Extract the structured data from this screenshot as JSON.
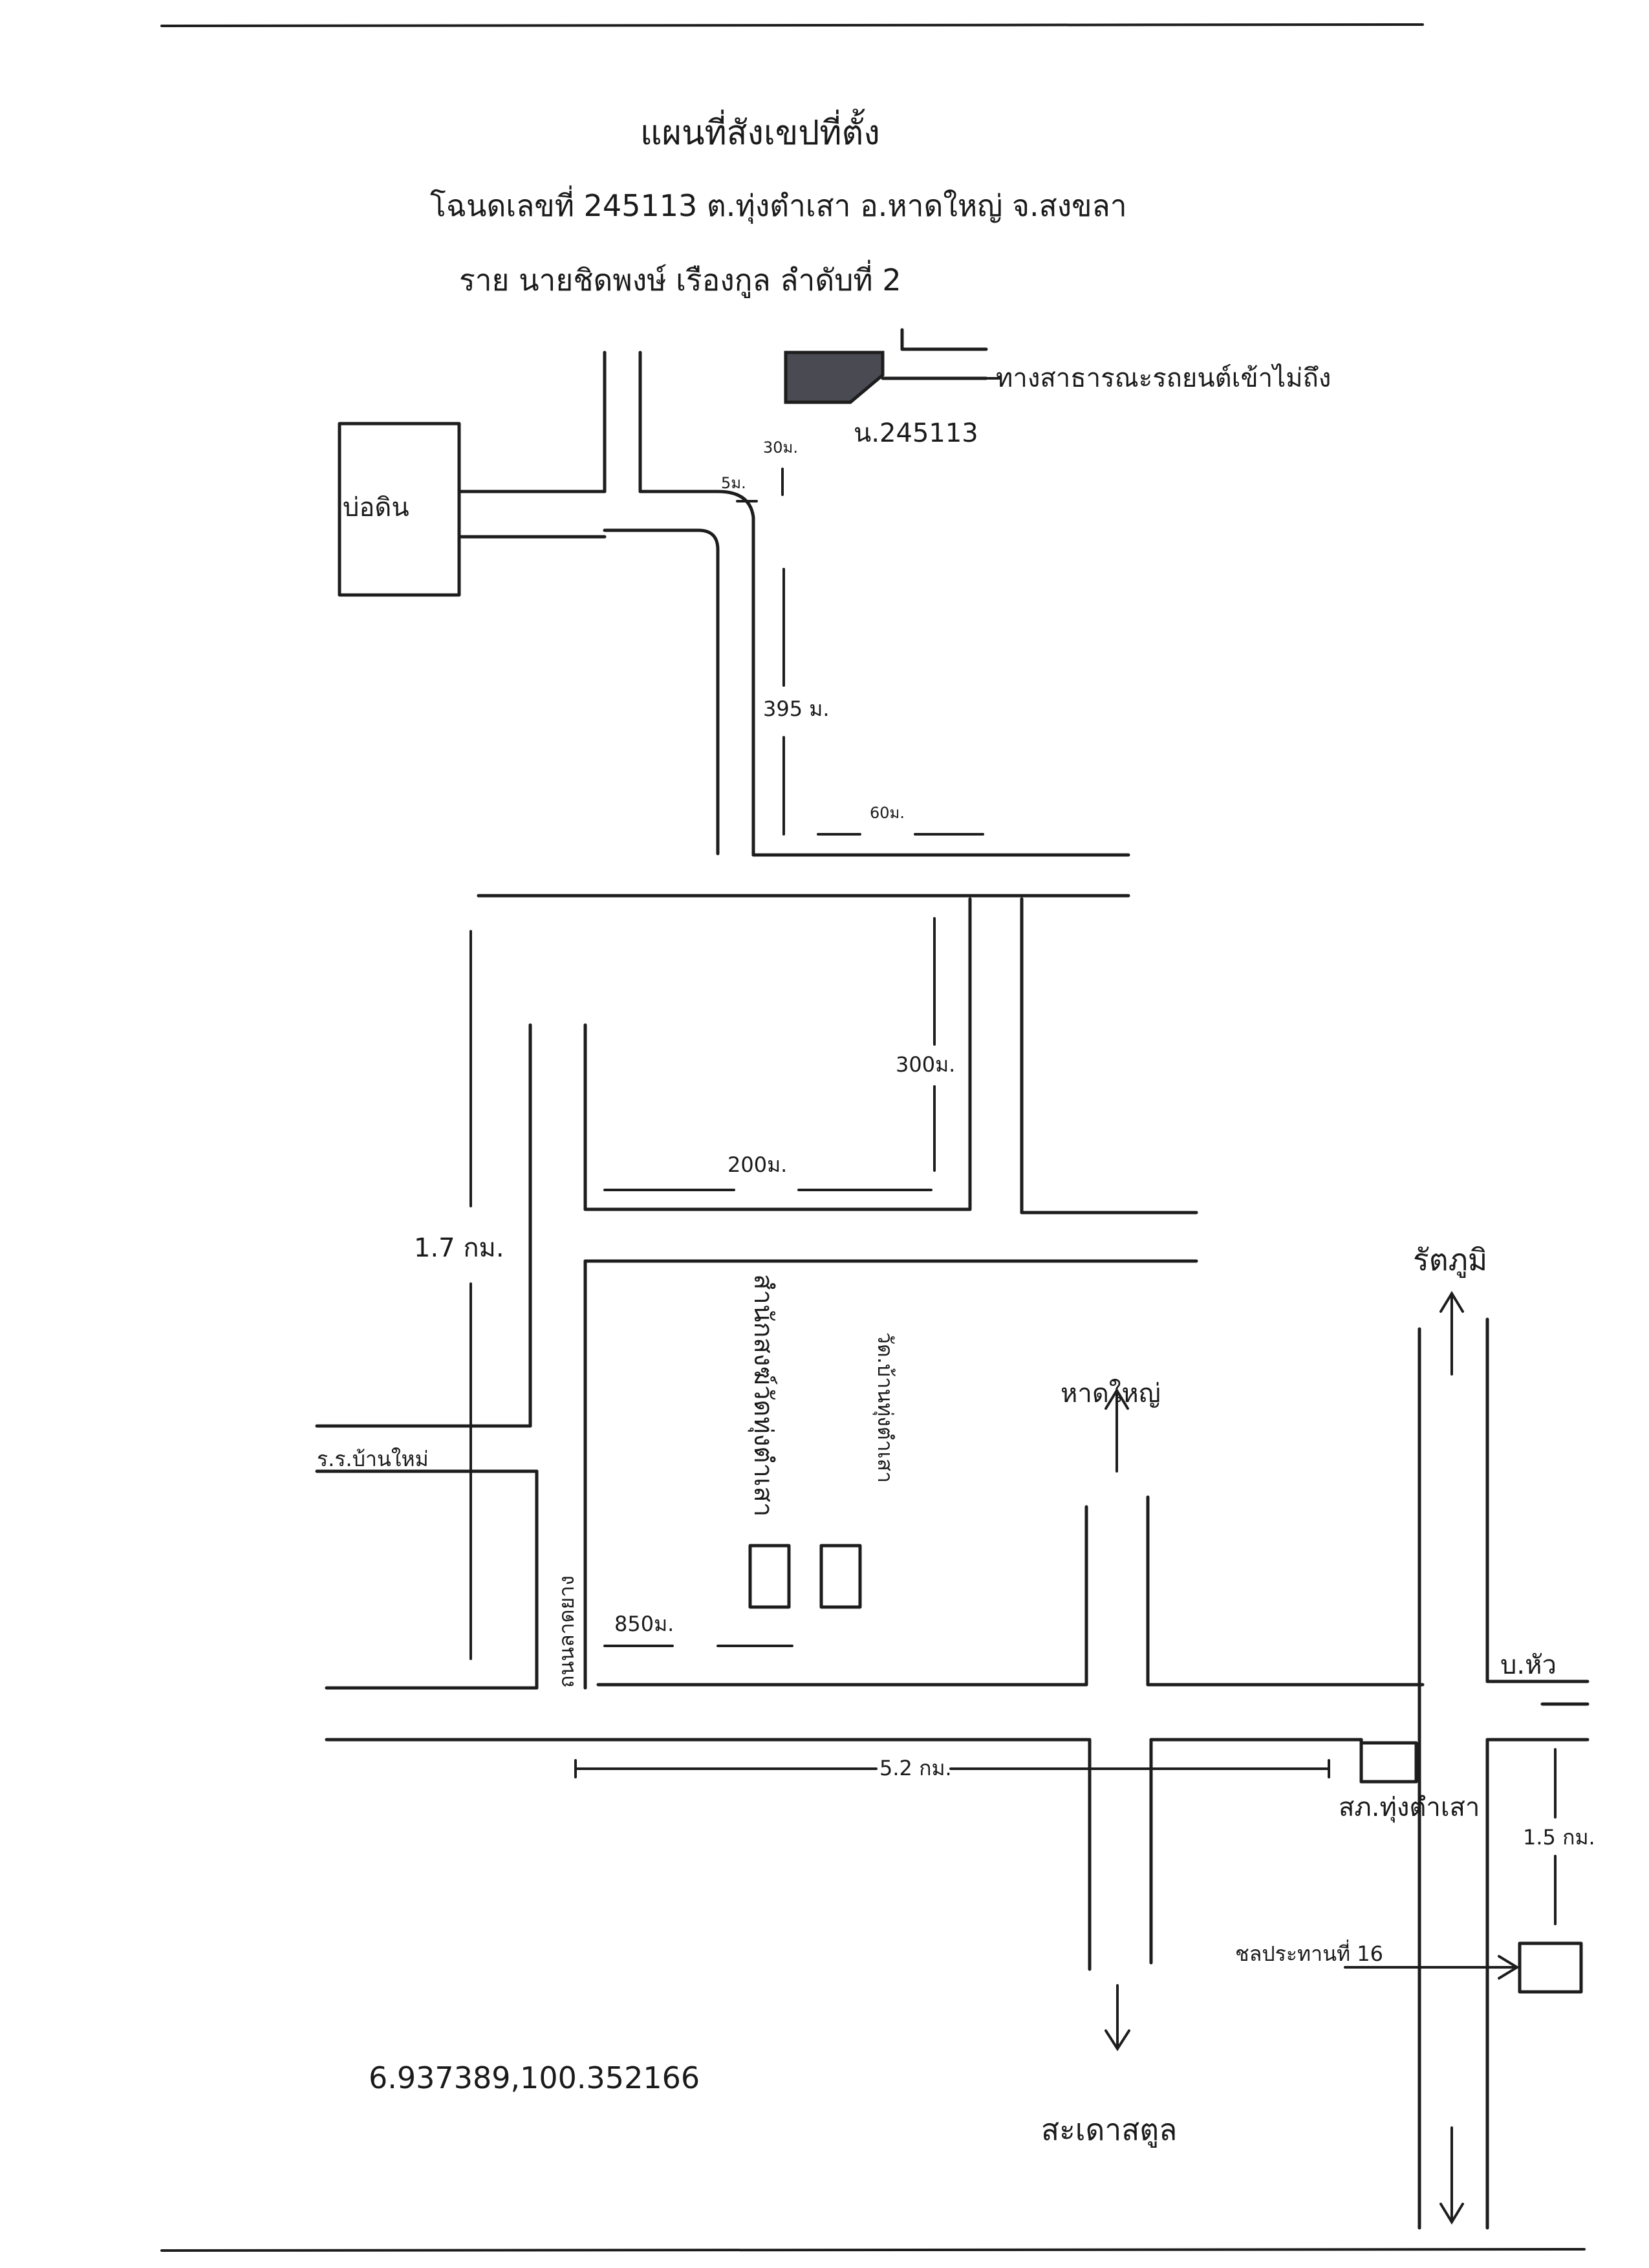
{
  "header": {
    "title": "แผนที่สังเขปที่ตั้ง",
    "deed_line": "โฉนดเลขที่ 245113 ต.ทุ่งตำเสา อ.หาดใหญ่ จ.สงขลา",
    "owner_line": "ราย นายชิดพงษ์ เรืองกูล ลำดับที่ 2"
  },
  "labels": {
    "public_road": "ทางสาธารณะรถยนต์เข้าไม่ถึง",
    "parcel_no": "น.245113",
    "pond": "บ่อดิน",
    "school": "ร.ร.บ้านใหม่",
    "office_building": "สำนักสงฆ์วัดทุ่งตำเสา",
    "wat_ban_thung": "วัด.บ้านทุ่งตำเสา",
    "road_side": "ถนนลาดยาง",
    "rattaphum": "รัตภูมิ",
    "hat_yai": "หาดใหญ่",
    "satun": "สะเดาสตูล",
    "police_station": "สภ.ทุ่งตำเสา",
    "irrigation": "ชลประทานที่ 16",
    "hui": "บ.หัว",
    "coords": "6.937389,100.352166"
  },
  "distances": {
    "d30": "30ม.",
    "d5": "5ม.",
    "d395": "395 ม.",
    "d60": "60ม.",
    "d300": "300ม.",
    "d200": "200ม.",
    "d17": "1.7 กม.",
    "d850": "850ม.",
    "d52": "5.2 กม.",
    "d15": "1.5 กม."
  },
  "colors": {
    "ink": "#1d1d1d",
    "parcel_fill": "#4a4a52"
  },
  "icons": {
    "arrow": "arrow-icon",
    "parcel": "parcel-icon"
  }
}
